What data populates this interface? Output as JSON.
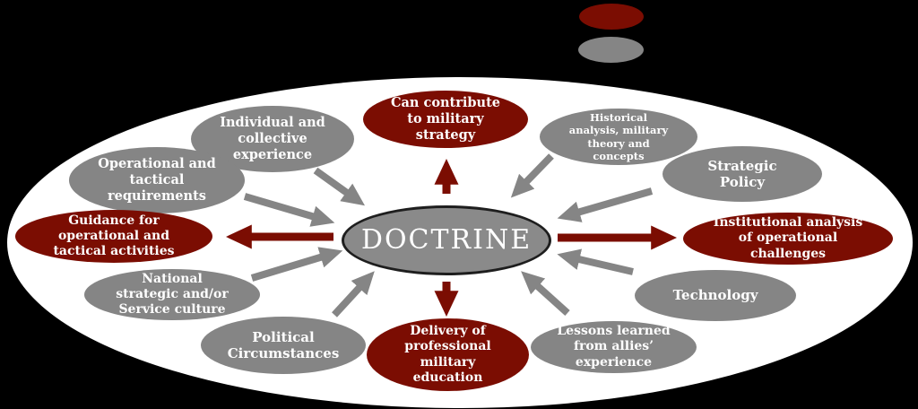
{
  "title": "Doctrine influences diagram",
  "colors": {
    "background": "#000000",
    "field_ellipse": "#ffffff",
    "output_red": "#7b0d02",
    "input_gray": "#858585",
    "doctrine_fill": "#8a8a8a",
    "doctrine_border": "#1e1e1e",
    "text": "#ffffff"
  },
  "legend": {
    "items": [
      {
        "name": "red-category-swatch",
        "color": "#7b0d02"
      },
      {
        "name": "gray-category-swatch",
        "color": "#858585"
      }
    ]
  },
  "center": {
    "label": "DOCTRINE"
  },
  "nodes": [
    {
      "id": "can-contribute",
      "category": "red",
      "lines": [
        "Can contribute",
        "to military",
        "strategy"
      ]
    },
    {
      "id": "individual",
      "category": "gray",
      "lines": [
        "Individual and",
        "collective",
        "experience"
      ]
    },
    {
      "id": "operational",
      "category": "gray",
      "lines": [
        "Operational and",
        "tactical",
        "requirements"
      ]
    },
    {
      "id": "guidance",
      "category": "red",
      "lines": [
        "Guidance for",
        "operational and",
        "tactical activities"
      ]
    },
    {
      "id": "national",
      "category": "gray",
      "lines": [
        "National",
        "strategic and/or",
        "Service culture"
      ]
    },
    {
      "id": "political",
      "category": "gray",
      "lines": [
        "Political",
        "Circumstances"
      ]
    },
    {
      "id": "delivery",
      "category": "red",
      "lines": [
        "Delivery of",
        "professional",
        "military",
        "education"
      ]
    },
    {
      "id": "lessons",
      "category": "gray",
      "lines": [
        "Lessons learned",
        "from allies’",
        "experience"
      ]
    },
    {
      "id": "technology",
      "category": "gray",
      "lines": [
        "Technology"
      ]
    },
    {
      "id": "institutional",
      "category": "red",
      "lines": [
        "Institutional analysis",
        "of operational",
        "challenges"
      ]
    },
    {
      "id": "strategic-policy",
      "category": "gray",
      "lines": [
        "Strategic",
        "Policy"
      ]
    },
    {
      "id": "historical",
      "category": "gray",
      "lines": [
        "Historical",
        "analysis, military",
        "theory and",
        "concepts"
      ]
    }
  ],
  "arrows": [
    {
      "from": "individual",
      "to": "doctrine",
      "color": "gray"
    },
    {
      "from": "operational",
      "to": "doctrine",
      "color": "gray"
    },
    {
      "from": "national",
      "to": "doctrine",
      "color": "gray"
    },
    {
      "from": "political",
      "to": "doctrine",
      "color": "gray"
    },
    {
      "from": "historical",
      "to": "doctrine",
      "color": "gray"
    },
    {
      "from": "strategic-policy",
      "to": "doctrine",
      "color": "gray"
    },
    {
      "from": "technology",
      "to": "doctrine",
      "color": "gray"
    },
    {
      "from": "lessons",
      "to": "doctrine",
      "color": "gray"
    },
    {
      "from": "doctrine",
      "to": "can-contribute",
      "color": "red"
    },
    {
      "from": "doctrine",
      "to": "guidance",
      "color": "red"
    },
    {
      "from": "doctrine",
      "to": "institutional",
      "color": "red"
    },
    {
      "from": "doctrine",
      "to": "delivery",
      "color": "red"
    }
  ]
}
